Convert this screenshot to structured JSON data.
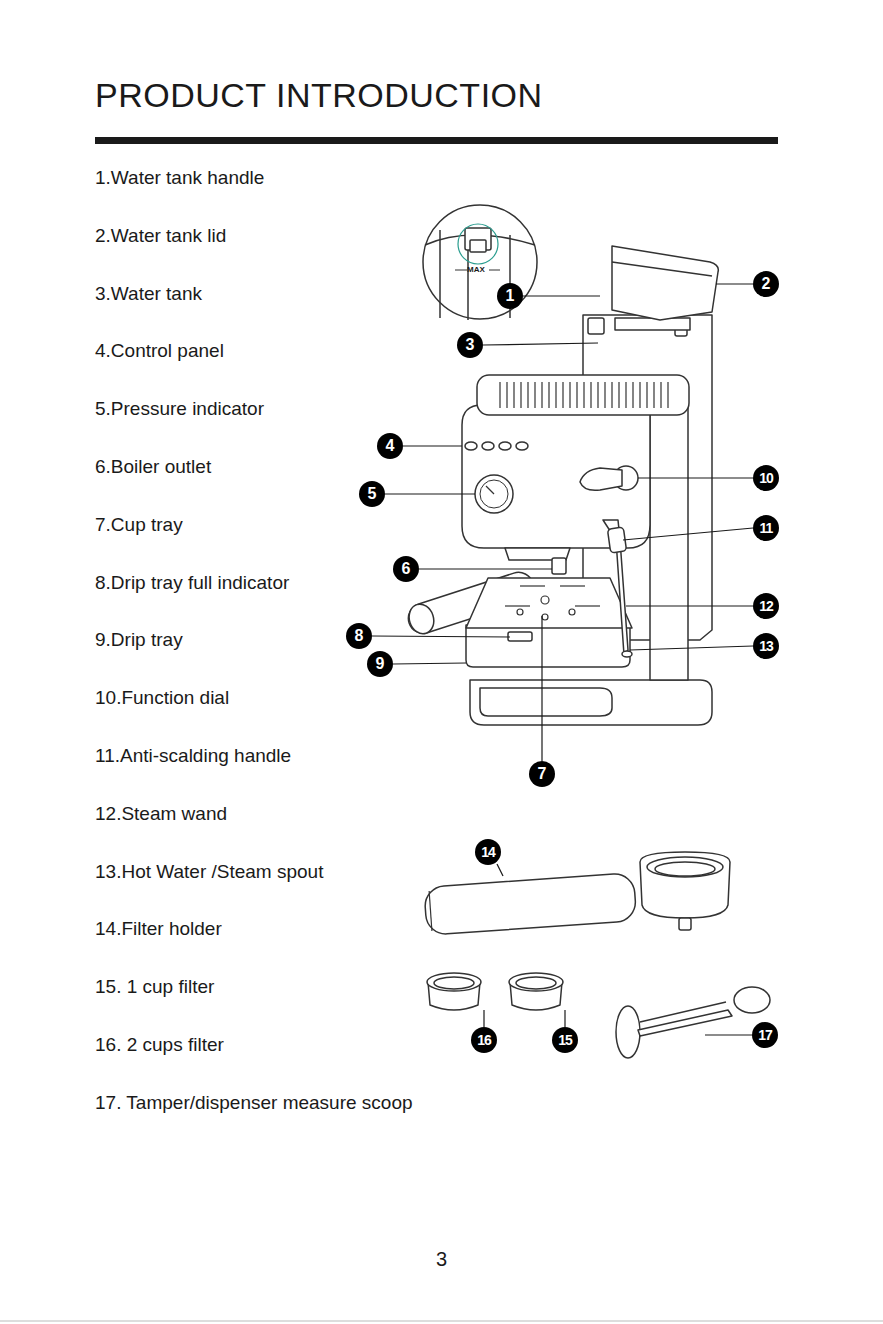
{
  "diagram": {
    "title": "PRODUCT INTRODUCTION",
    "nodes": [
      {
        "text": [
          "1"
        ]
      },
      {
        "text": [
          "2"
        ]
      },
      {
        "text": [
          "3"
        ]
      },
      {
        "text": [
          "4"
        ]
      },
      {
        "text": [
          "5"
        ]
      },
      {
        "text": [
          "6"
        ]
      },
      {
        "text": [
          "7"
        ]
      },
      {
        "text": [
          "8"
        ]
      },
      {
        "text": [
          "9"
        ]
      },
      {
        "text": [
          "10"
        ]
      },
      {
        "text": [
          "11"
        ]
      },
      {
        "text": [
          "12"
        ]
      },
      {
        "text": [
          "13"
        ]
      },
      {
        "text": [
          "14"
        ]
      },
      {
        "text": [
          "15"
        ]
      },
      {
        "text": [
          "16"
        ]
      },
      {
        "text": [
          "17"
        ]
      }
    ],
    "labels": [
      "1.Water tank handle",
      "2.Water tank lid",
      "3.Water tank",
      "4.Control panel",
      "5.Pressure indicator",
      "6.Boiler outlet",
      "7.Cup tray",
      "8.Drip tray full indicator",
      "9.Drip tray",
      "10.Function dial",
      "11.Anti-scalding handle",
      "12.Steam wand",
      "13.Hot Water /Steam spout",
      "14.Filter holder",
      "15. 1 cup filter",
      "16. 2 cups filter",
      "17. Tamper/dispenser measure scoop",
      "MAX",
      "3"
    ]
  }
}
